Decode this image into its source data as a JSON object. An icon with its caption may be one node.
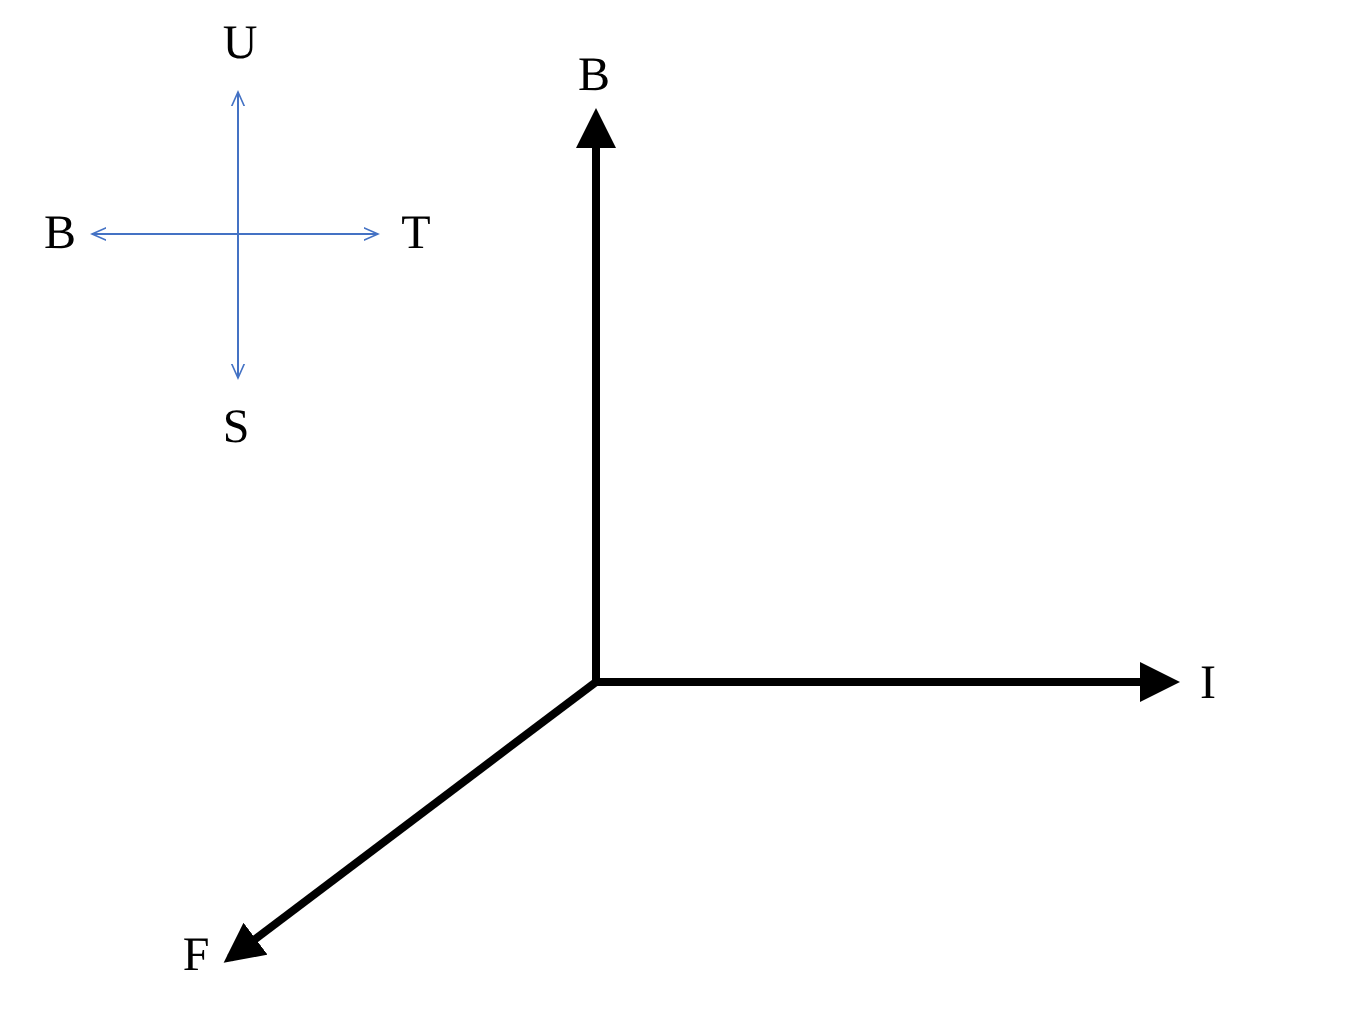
{
  "diagram": {
    "labels": [
      "U",
      "B",
      "B",
      "T",
      "S",
      "I",
      "F"
    ]
  }
}
